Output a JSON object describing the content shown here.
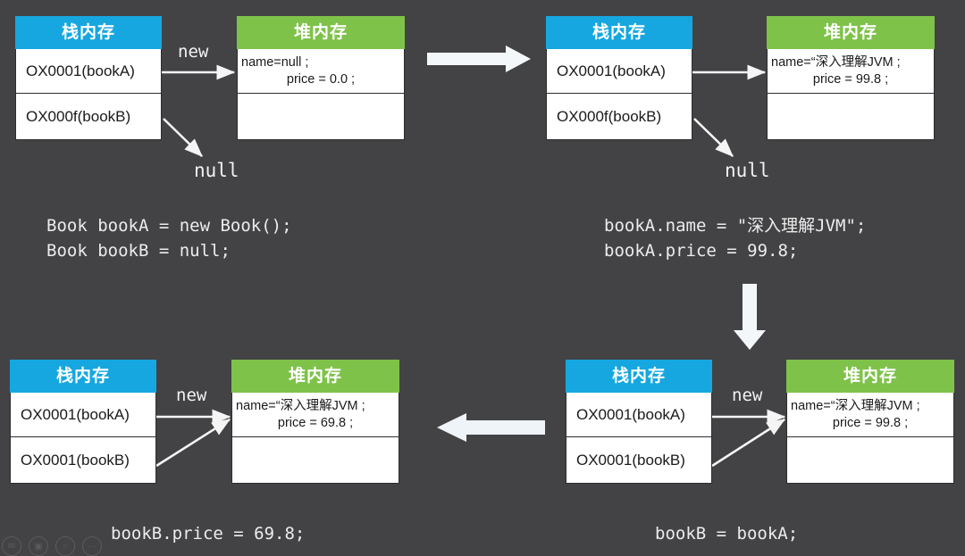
{
  "theme": {
    "background": "#434345",
    "stack_header_color": "#16a7e0",
    "heap_header_color": "#7fc24a",
    "cell_background": "#ffffff",
    "text_color": "#f2f2f2",
    "arrow_color": "#f5f5f5"
  },
  "labels": {
    "stack_title": "栈内存",
    "heap_title": "堆内存",
    "new_label": "new",
    "null_label": "null"
  },
  "panels": [
    {
      "id": "panel-1",
      "stack": {
        "title": "栈内存",
        "rows": [
          "OX0001(bookA)",
          "OX000f(bookB)"
        ]
      },
      "heap": {
        "title": "堆内存",
        "lines": [
          "name=null ;",
          "price = 0.0 ;"
        ]
      },
      "edge_label": "new",
      "null_label": "null",
      "code": "Book bookA = new Book();\nBook bookB = null;"
    },
    {
      "id": "panel-2",
      "stack": {
        "title": "栈内存",
        "rows": [
          "OX0001(bookA)",
          "OX000f(bookB)"
        ]
      },
      "heap": {
        "title": "堆内存",
        "lines": [
          "name=“深入理解JVM ;",
          "price = 99.8 ;"
        ]
      },
      "edge_label": "",
      "null_label": "null",
      "code": "bookA.name = \"深入理解JVM\";\nbookA.price = 99.8;"
    },
    {
      "id": "panel-3",
      "stack": {
        "title": "栈内存",
        "rows": [
          "OX0001(bookA)",
          "OX0001(bookB)"
        ]
      },
      "heap": {
        "title": "堆内存",
        "lines": [
          "name=“深入理解JVM ;",
          "price = 69.8 ;"
        ]
      },
      "edge_label": "new",
      "null_label": "",
      "code": "bookB.price = 69.8;"
    },
    {
      "id": "panel-4",
      "stack": {
        "title": "栈内存",
        "rows": [
          "OX0001(bookA)",
          "OX0001(bookB)"
        ]
      },
      "heap": {
        "title": "堆内存",
        "lines": [
          "name=“深入理解JVM ;",
          "price = 99.8 ;"
        ]
      },
      "edge_label": "new",
      "null_label": "",
      "code": "bookB = bookA;"
    }
  ],
  "flow_arrows": [
    {
      "name": "flow-arrow-right-top",
      "direction": "right"
    },
    {
      "name": "flow-arrow-down-right",
      "direction": "down"
    },
    {
      "name": "flow-arrow-left-bottom",
      "direction": "left"
    }
  ],
  "social_icons": [
    {
      "name": "wechat-share-icon",
      "glyph": "✉"
    },
    {
      "name": "weibo-share-icon",
      "glyph": "▣"
    },
    {
      "name": "qq-share-icon",
      "glyph": "○"
    },
    {
      "name": "more-share-icon",
      "glyph": "···"
    }
  ]
}
